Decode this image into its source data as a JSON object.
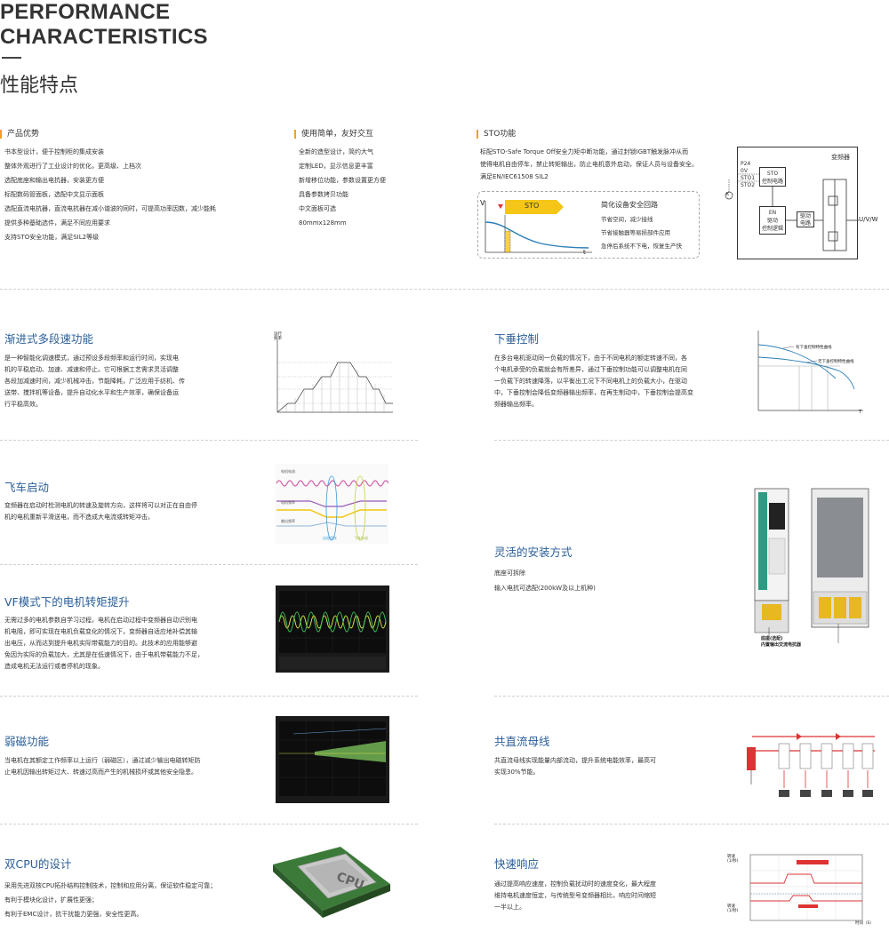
{
  "header": {
    "title_en_line1": "PERFORMANCE",
    "title_en_line2": "CHARACTERISTICS",
    "title_cn": "性能特点"
  },
  "columns": {
    "advantages": {
      "title": "产品优势",
      "items": [
        "书本型设计，便于控制柜的集成安装",
        "整体外观进行了工业设计的优化，更高级、上档次",
        "选配底座和输出电抗器，安装更方便",
        "标配数码管面板，选配中文显示面板",
        "选配直流电抗器，直流电抗器在减小谐波的同时，可提高功率因数，减少能耗",
        "提供多种基础选件，满足不同应用要求",
        "支持STO安全功能，满足SIL2等级"
      ]
    },
    "easy_use": {
      "title": "使用简单，友好交互",
      "items": [
        "全新的造型设计，简约大气",
        "定制LED，显示信息更丰富",
        "新增移位功能，参数设置更方便",
        "具备参数拷贝功能",
        "中文面板可选",
        "80mmx128mm"
      ]
    },
    "sto": {
      "title": "STO功能",
      "desc_lines": [
        "标配STO-Safe  Torque  Off安全力矩中断功能，通过封锁IGBT触发脉冲从而",
        "使得电机自由停车，禁止转矩输出，防止电机意外启动，保证人员与设备安全。",
        "满足EN/IEC61508 SIL2"
      ],
      "panel_title": "简化设备安全回路",
      "panel_items": [
        "节省空间，减少接线",
        "节省接触器等易损部件应用",
        "急停后系统不下电，恢复生产快"
      ],
      "arrow_label": "STO",
      "axis_v": "V",
      "axis_t": "t",
      "diagram": {
        "title": "变频器",
        "p24": "P24",
        "ov": "0V",
        "sto1": "STO1",
        "sto2": "STO2",
        "sto_ctrl_1": "STO",
        "sto_ctrl_2": "控制电路",
        "en": "EN",
        "drive_logic_1": "驱动",
        "drive_logic_2": "控制逻辑",
        "drive_ckt_1": "驱动",
        "drive_ckt_2": "电路",
        "output": "U/V/W",
        "k_label": "K"
      }
    }
  },
  "sections": {
    "multispeed": {
      "title": "渐进式多段速功能",
      "desc_lines": [
        "是一种智能化调速模式，通过预设多段频率和运行时间，实现电",
        "机的平稳启动、加速、减速和停止。它可根据工艺需求灵活调整",
        "各段加减速时间，减少机械冲击，节能降耗，广泛应用于纺机、传",
        "送带、搅拌机等设备，提升自动化水平和生产效率，确保设备运",
        "行平稳高效。"
      ],
      "chart_axis": "运行频率"
    },
    "droop": {
      "title": "下垂控制",
      "desc_lines": [
        "在多台电机驱动同一负载的情况下，由于不同电机的额定转速不同，各",
        "个电机承受的负载就会有所差异，通过下垂控制功能可以调整电机在同",
        "一负载下的转速降落，以平衡出工况下不同电机上的负载大小，在驱动",
        "中，下垂控制会降低变频器输出频率，在再生制动中，下垂控制会提高变",
        "频器输出频率。"
      ],
      "curve_with": "有下垂控制特性曲线",
      "curve_without": "无下垂控制特性曲线",
      "axis_t": "T"
    },
    "flying_start": {
      "title": "飞车启动",
      "desc_lines": [
        "变频器在启动时检测电机的转速及旋转方向，这样将可以对正在自由停",
        "机的电机重新平滑送电，而不造成大电流或转矩冲击。"
      ],
      "wave_labels": [
        "电机电流",
        "电机频率",
        "输出频率"
      ],
      "legend_1": "自由停车",
      "legend_2": "飞车启动"
    },
    "mounting": {
      "title": "灵活的安装方式",
      "desc_lines": [
        "底座可拆除",
        "输入电抗可选配(200kW及以上机种)"
      ],
      "caption_1": "底座(选配)",
      "caption_2": "内置输出交流电抗器"
    },
    "vf_torque": {
      "title": "VF模式下的电机转矩提升",
      "desc_lines": [
        "无需过多的电机参数自学习过程，电机在启动过程中变频器自动识别电",
        "机电阻，即可实现在电机负载变化的情况下，变频器自适应地补偿其输",
        "出电压，从而达到提升电机实际带载能力的目的。此技术的应用能够避",
        "免因为实际的负载加大，尤其是在低速情况下，由于电机带载能力不足，",
        "造成电机无法运行或者停机的现象。"
      ]
    },
    "flux_weaken": {
      "title": "弱磁功能",
      "desc_lines": [
        "当电机在其额定工作频率以上运行（弱磁区），通过减少输出电磁转矩防",
        "止电机因输出转矩过大、转速过高而产生的机械损坏或其他安全隐患。"
      ]
    },
    "dc_bus": {
      "title": "共直流母线",
      "desc_lines": [
        "共直流母线实现能量内部流动，提升系统电能效率，最高可",
        "实现30%节能。"
      ]
    },
    "dual_cpu": {
      "title": "双CPU的设计",
      "desc_lines": [
        "采用先进双核CPU拓扑结构控制技术，控制和应用分离，保证软件稳定可靠；",
        "有利于模块化设计，扩展性更强；",
        "有利于EMC设计，抗干扰能力更强，安全性更高。"
      ],
      "chip_label": "CPU"
    },
    "fast_response": {
      "title": "快速响应",
      "desc_lines": [
        "通过提高响应速度，控制负载扰动时的速度变化，最大程度",
        "维持电机速度恒定，与传统型号变频器相比，响应时间缩短",
        "一半以上。"
      ],
      "y1": "转速",
      "y1_sub": "(1/秒)",
      "y2": "转速",
      "y2_sub": "(1/秒)",
      "x_label": "时间（S）"
    }
  }
}
